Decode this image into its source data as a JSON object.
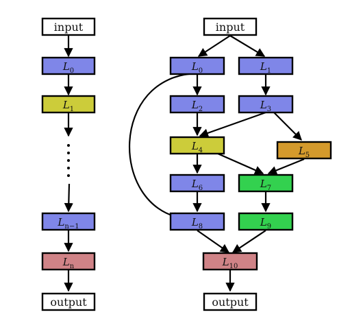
{
  "colors": {
    "white": "#ffffff",
    "blue": "#7f86e8",
    "yellow": "#cccc3a",
    "red": "#d08387",
    "orange": "#d49a2c",
    "green": "#33d14f"
  },
  "left": {
    "input": "input",
    "l0": {
      "base": "L",
      "sub": "0"
    },
    "l1": {
      "base": "L",
      "sub": "1"
    },
    "ln1": {
      "base": "L",
      "sub": "n−1"
    },
    "ln": {
      "base": "L",
      "sub": "n"
    },
    "output": "output"
  },
  "right": {
    "input": "input",
    "l0": {
      "base": "L",
      "sub": "0"
    },
    "l1": {
      "base": "L",
      "sub": "1"
    },
    "l2": {
      "base": "L",
      "sub": "2"
    },
    "l3": {
      "base": "L",
      "sub": "3"
    },
    "l4": {
      "base": "L",
      "sub": "4"
    },
    "l5": {
      "base": "L",
      "sub": "5"
    },
    "l6": {
      "base": "L",
      "sub": "6"
    },
    "l7": {
      "base": "L",
      "sub": "7"
    },
    "l8": {
      "base": "L",
      "sub": "8"
    },
    "l9": {
      "base": "L",
      "sub": "9"
    },
    "l10": {
      "base": "L",
      "sub": "10"
    },
    "output": "output"
  }
}
